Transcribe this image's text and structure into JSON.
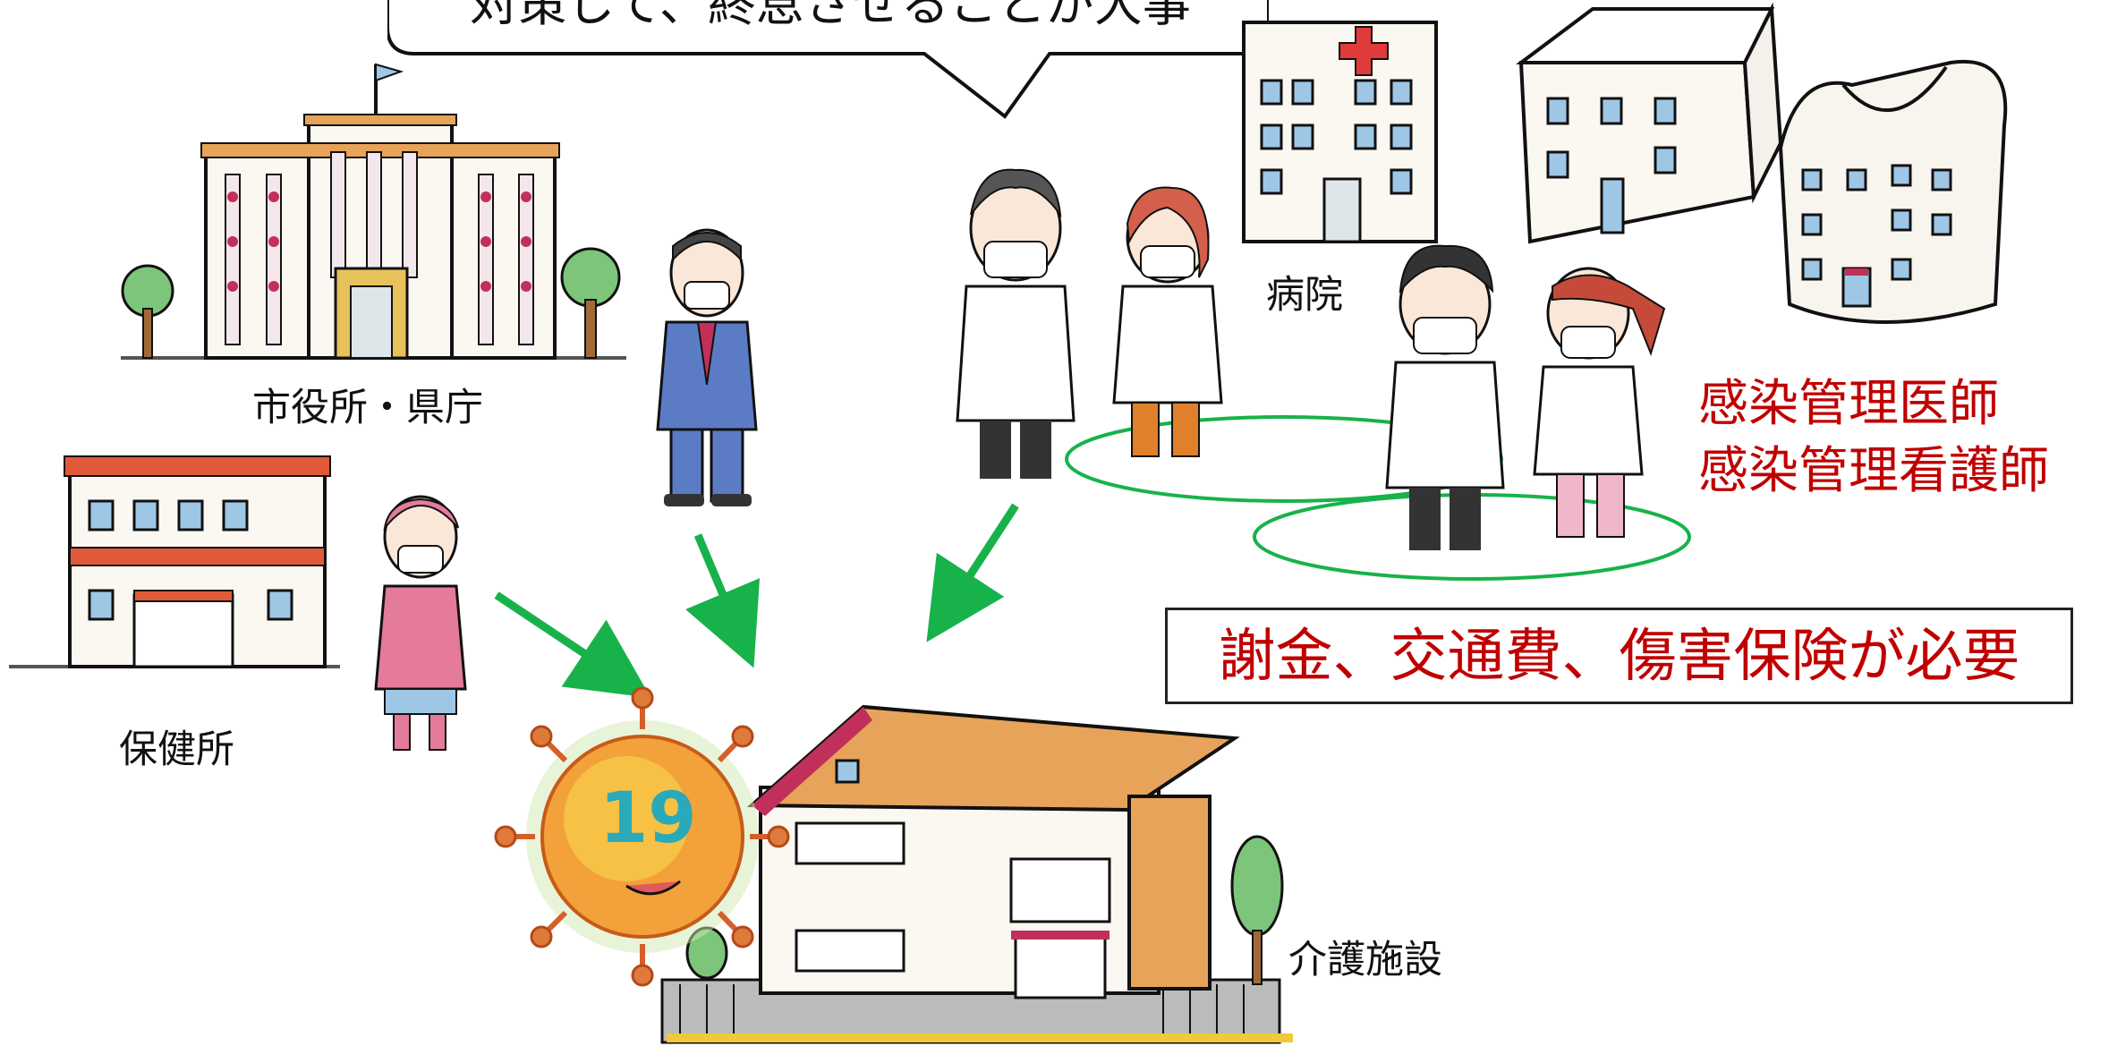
{
  "speech_bubble": {
    "text": "対策して、終息させることが大事"
  },
  "labels": {
    "city_hall": "市役所・県庁",
    "health_center": "保健所",
    "hospital": "病院",
    "care_facility": "介護施設"
  },
  "virus_badge": "19",
  "infection_control_roles": [
    "感染管理医師",
    "感染管理看護師"
  ],
  "notice_box": "謝金、交通費、傷害保険が必要",
  "colors": {
    "arrow": "#18b24a",
    "ring": "#18b24a",
    "accent_text": "#c00000",
    "roof": "#e7a35a",
    "trim": "#c0305a"
  }
}
